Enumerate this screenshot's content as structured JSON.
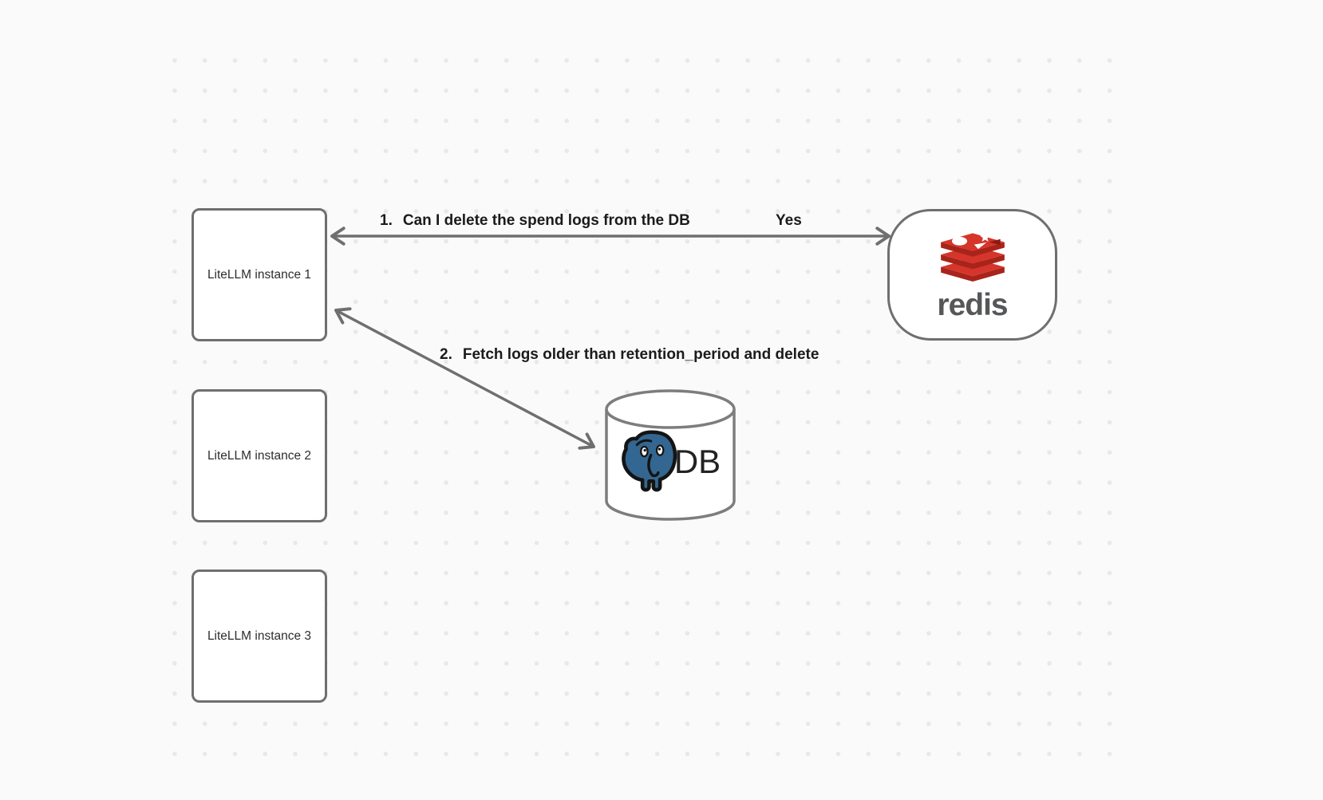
{
  "diagram": {
    "instances": [
      {
        "label": "LiteLLM instance 1"
      },
      {
        "label": "LiteLLM instance 2"
      },
      {
        "label": "LiteLLM instance 3"
      }
    ],
    "redis": {
      "wordmark": "redis",
      "logo_icon": "redis-stack-logo",
      "brand_red": "#d5352a",
      "brand_red_dark": "#a8241b",
      "brand_red_notch": "#8c1a12"
    },
    "db": {
      "label": "DB",
      "logo_icon": "postgresql-elephant-logo",
      "postgres_blue": "#336791"
    },
    "annotations": {
      "step1": {
        "number": "1.",
        "text": "Can I delete the spend logs from the DB",
        "answer": "Yes"
      },
      "step2": {
        "number": "2.",
        "text": "Fetch logs older than retention_period and delete"
      }
    },
    "style": {
      "background": "#fafafa",
      "dot_color": "#e8e8e8",
      "stroke_color": "#6f6f6f"
    }
  }
}
